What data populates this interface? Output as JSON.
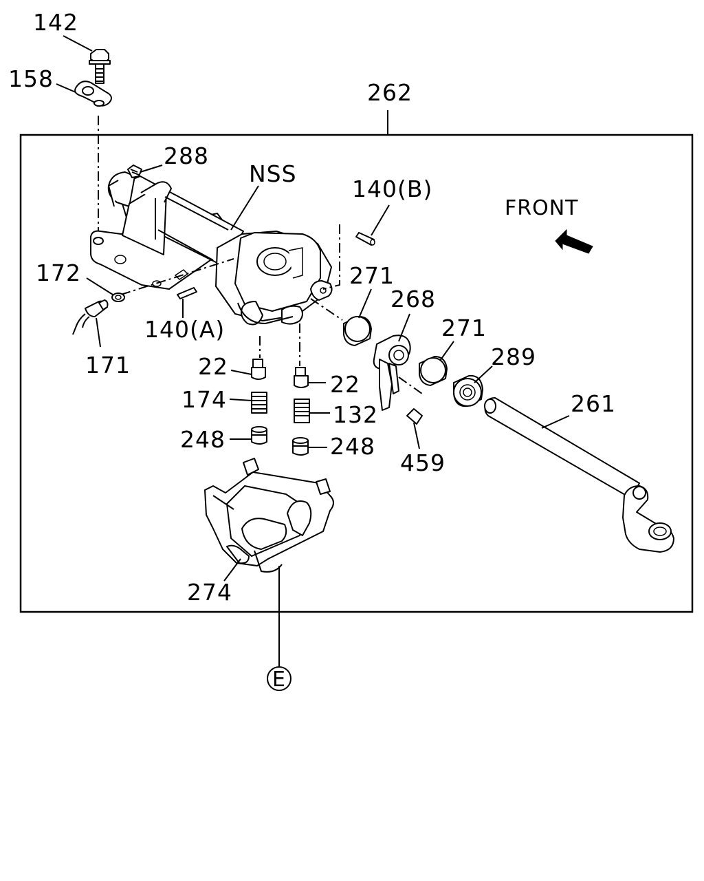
{
  "callouts": {
    "c142": "142",
    "c158": "158",
    "c262": "262",
    "c288": "288",
    "nss": "NSS",
    "c140b": "140(B)",
    "front": "FRONT",
    "c172": "172",
    "c271a": "271",
    "c268": "268",
    "c140a": "140(A)",
    "c171": "171",
    "c271b": "271",
    "c289": "289",
    "c22a": "22",
    "c22b": "22",
    "c261": "261",
    "c174": "174",
    "c132": "132",
    "c248a": "248",
    "c248b": "248",
    "c459": "459",
    "c274": "274",
    "ref_e": "E"
  }
}
